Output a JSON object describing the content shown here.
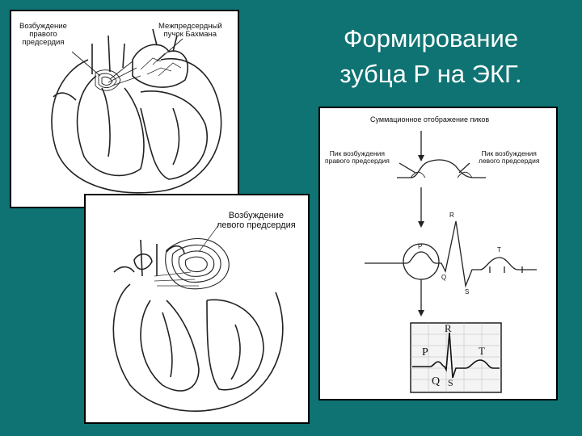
{
  "slide": {
    "title_line1": "Формирование",
    "title_line2": "зубца Р на ЭКГ.",
    "background": "#0f7373"
  },
  "panel_top_left": {
    "label_right_atrium": "Возбуждение\nправого\nпредсердия",
    "label_bachmann": "Межпредсердный\nпучок Бахмана"
  },
  "panel_bottom_left": {
    "label_left_atrium": "Возбуждение\nлевого предсердия"
  },
  "panel_right": {
    "header": "Суммационное отображение пиков",
    "label_peak_right": "Пик возбуждения\nправого предсердия",
    "label_peak_left": "Пик возбуждения\nлевого предсердия",
    "ecg_labels": {
      "R": "R",
      "P": "P",
      "T": "T",
      "Q": "Q",
      "S": "S"
    },
    "strip_labels": {
      "R": "R",
      "P": "P",
      "T": "T",
      "Q": "Q",
      "S": "S"
    }
  }
}
